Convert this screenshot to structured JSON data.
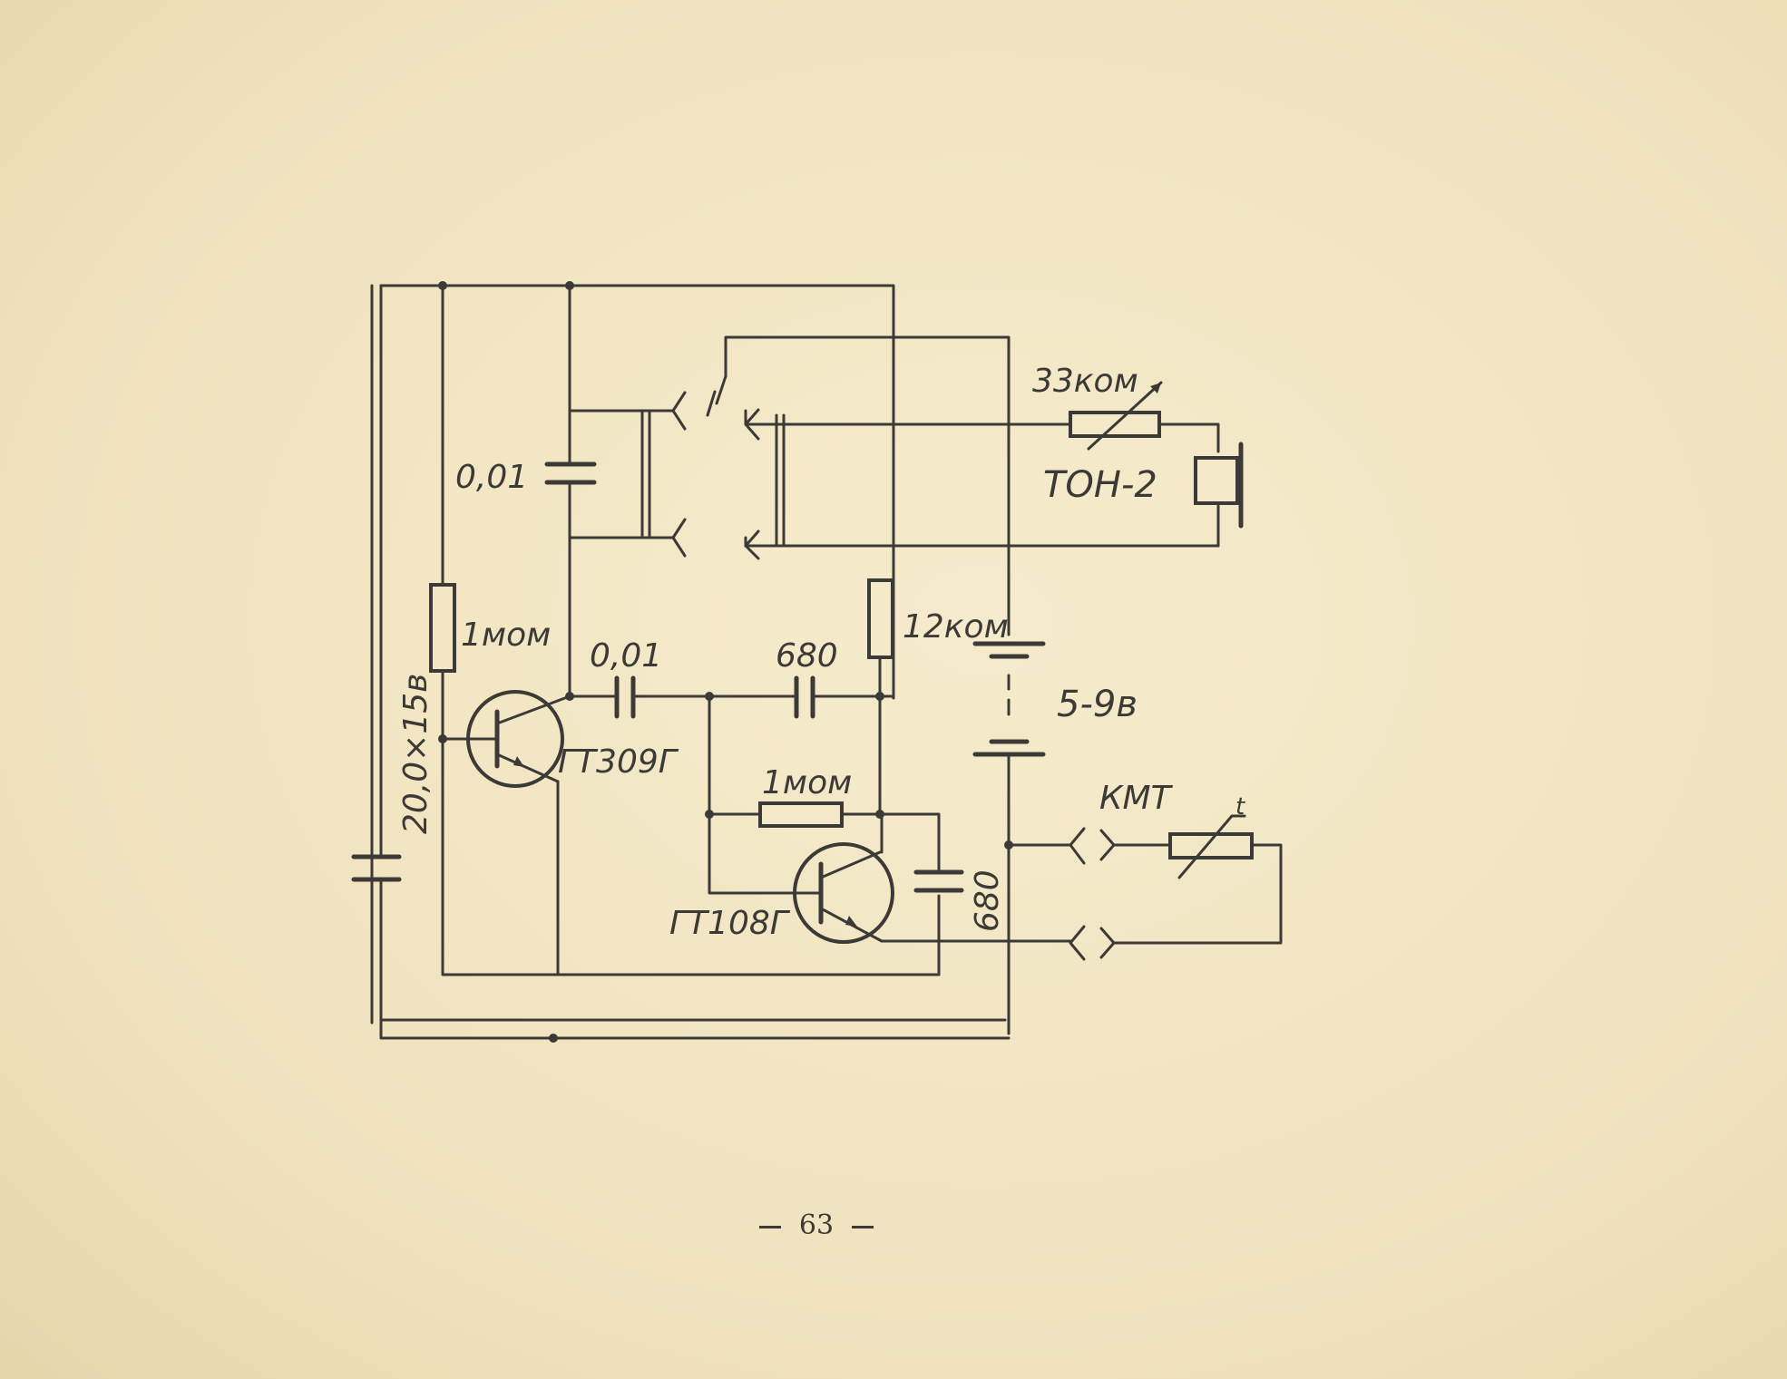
{
  "labels": {
    "c_top": "0,01",
    "r_base1": "1мом",
    "c_coupling": "0,01",
    "c_680_top": "680",
    "r_collector": "12ком",
    "battery": "5-9в",
    "t1": "ГТ309Г",
    "c_electrolytic": "20,0×15в",
    "r_feedback": "1мом",
    "t2": "ГТ108Г",
    "c_680_side": "680",
    "r_variable": "33ком",
    "headphone": "ТОН-2",
    "thermistor": "КМТ",
    "thermistor_symbol": "t"
  },
  "page": {
    "number": "63"
  },
  "colors": {
    "ink": "#3c3a36",
    "paper": "#f2e7c6"
  }
}
